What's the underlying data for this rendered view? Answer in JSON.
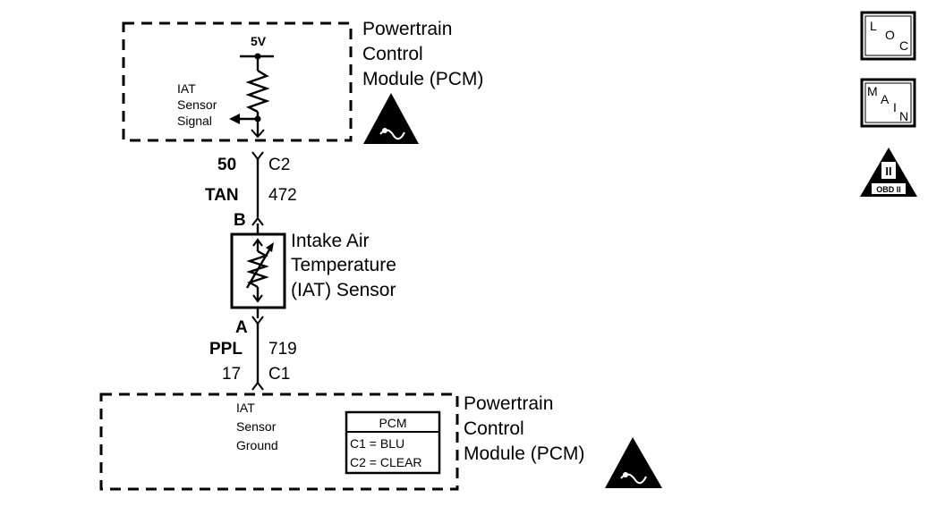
{
  "pcm_top": {
    "title_lines": [
      "Powertrain",
      "Control",
      "Module (PCM)"
    ],
    "voltage": "5V",
    "signal_lines": [
      "IAT",
      "Sensor",
      "Signal"
    ]
  },
  "connector_top": {
    "pin": "50",
    "connector": "C2",
    "wire_color": "TAN",
    "circuit": "472",
    "sensor_pin": "B"
  },
  "sensor": {
    "label_lines": [
      "Intake Air",
      "Temperature",
      "(IAT) Sensor"
    ]
  },
  "connector_bottom": {
    "sensor_pin": "A",
    "wire_color": "PPL",
    "circuit": "719",
    "pin": "17",
    "connector": "C1"
  },
  "pcm_bottom": {
    "title_lines": [
      "Powertrain",
      "Control",
      "Module (PCM)"
    ],
    "ground_lines": [
      "IAT",
      "Sensor",
      "Ground"
    ],
    "legend": {
      "header": "PCM",
      "rows": [
        "C1 = BLU",
        "C2 = CLEAR"
      ]
    }
  },
  "side_icons": {
    "loc": [
      "L",
      "O",
      "C"
    ],
    "main": [
      "M",
      "A",
      "I",
      "N"
    ],
    "obd": [
      "II",
      "OBD II"
    ]
  }
}
